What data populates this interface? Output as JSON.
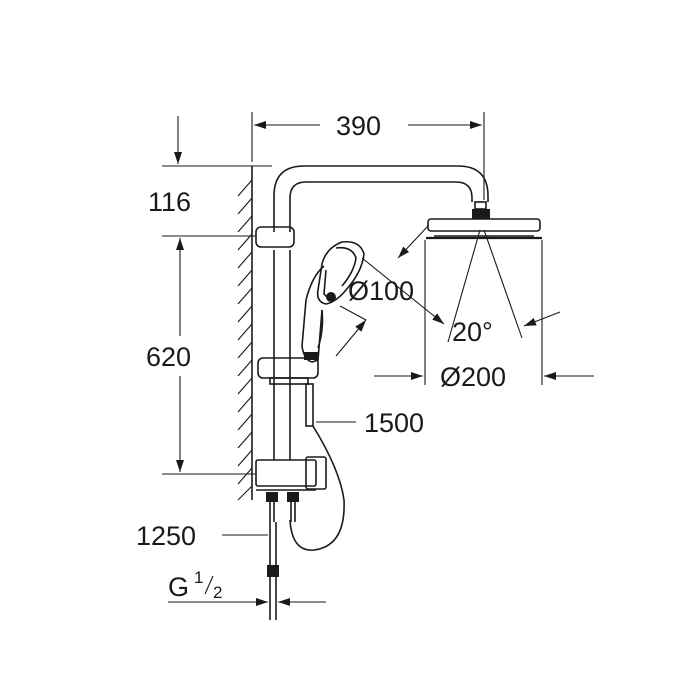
{
  "dimensions": {
    "width_top": "390",
    "height_top": "116",
    "height_rail": "620",
    "handshower_diameter": "Ø100",
    "spray_angle": "20°",
    "head_diameter": "Ø200",
    "hose_length": "1500",
    "connection_length": "1250",
    "thread_prefix": "G",
    "thread_num": "1",
    "thread_den": "2"
  }
}
